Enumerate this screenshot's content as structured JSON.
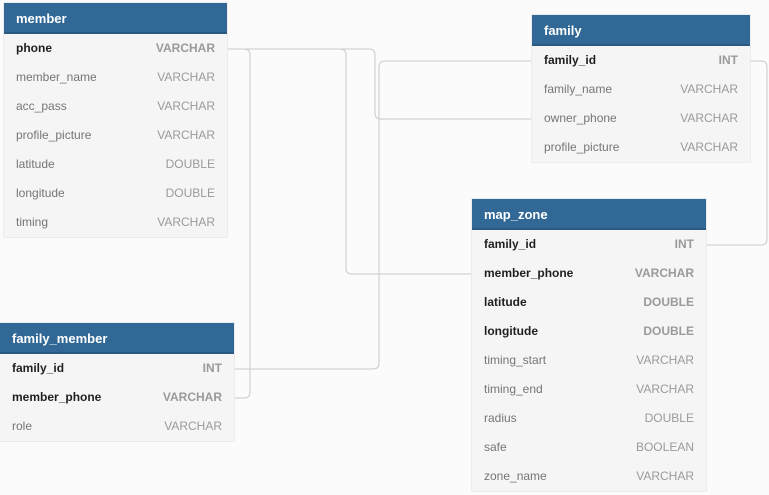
{
  "tables": {
    "member": {
      "name": "member",
      "columns": [
        {
          "name": "phone",
          "type": "VARCHAR",
          "key": true
        },
        {
          "name": "member_name",
          "type": "VARCHAR",
          "key": false
        },
        {
          "name": "acc_pass",
          "type": "VARCHAR",
          "key": false
        },
        {
          "name": "profile_picture",
          "type": "VARCHAR",
          "key": false
        },
        {
          "name": "latitude",
          "type": "DOUBLE",
          "key": false
        },
        {
          "name": "longitude",
          "type": "DOUBLE",
          "key": false
        },
        {
          "name": "timing",
          "type": "VARCHAR",
          "key": false
        }
      ]
    },
    "family": {
      "name": "family",
      "columns": [
        {
          "name": "family_id",
          "type": "INT",
          "key": true
        },
        {
          "name": "family_name",
          "type": "VARCHAR",
          "key": false
        },
        {
          "name": "owner_phone",
          "type": "VARCHAR",
          "key": false
        },
        {
          "name": "profile_picture",
          "type": "VARCHAR",
          "key": false
        }
      ]
    },
    "map_zone": {
      "name": "map_zone",
      "columns": [
        {
          "name": "family_id",
          "type": "INT",
          "key": true
        },
        {
          "name": "member_phone",
          "type": "VARCHAR",
          "key": true
        },
        {
          "name": "latitude",
          "type": "DOUBLE",
          "key": true
        },
        {
          "name": "longitude",
          "type": "DOUBLE",
          "key": true
        },
        {
          "name": "timing_start",
          "type": "VARCHAR",
          "key": false
        },
        {
          "name": "timing_end",
          "type": "VARCHAR",
          "key": false
        },
        {
          "name": "radius",
          "type": "DOUBLE",
          "key": false
        },
        {
          "name": "safe",
          "type": "BOOLEAN",
          "key": false
        },
        {
          "name": "zone_name",
          "type": "VARCHAR",
          "key": false
        }
      ]
    },
    "family_member": {
      "name": "family_member",
      "columns": [
        {
          "name": "family_id",
          "type": "INT",
          "key": true
        },
        {
          "name": "member_phone",
          "type": "VARCHAR",
          "key": true
        },
        {
          "name": "role",
          "type": "VARCHAR",
          "key": false
        }
      ]
    }
  },
  "relations": [
    {
      "from": "member.phone",
      "to": "family.owner_phone"
    },
    {
      "from": "member.phone",
      "to": "map_zone.member_phone"
    },
    {
      "from": "member.phone",
      "to": "family_member.member_phone"
    },
    {
      "from": "family.family_id",
      "to": "map_zone.family_id"
    },
    {
      "from": "family.family_id",
      "to": "family_member.family_id"
    }
  ]
}
